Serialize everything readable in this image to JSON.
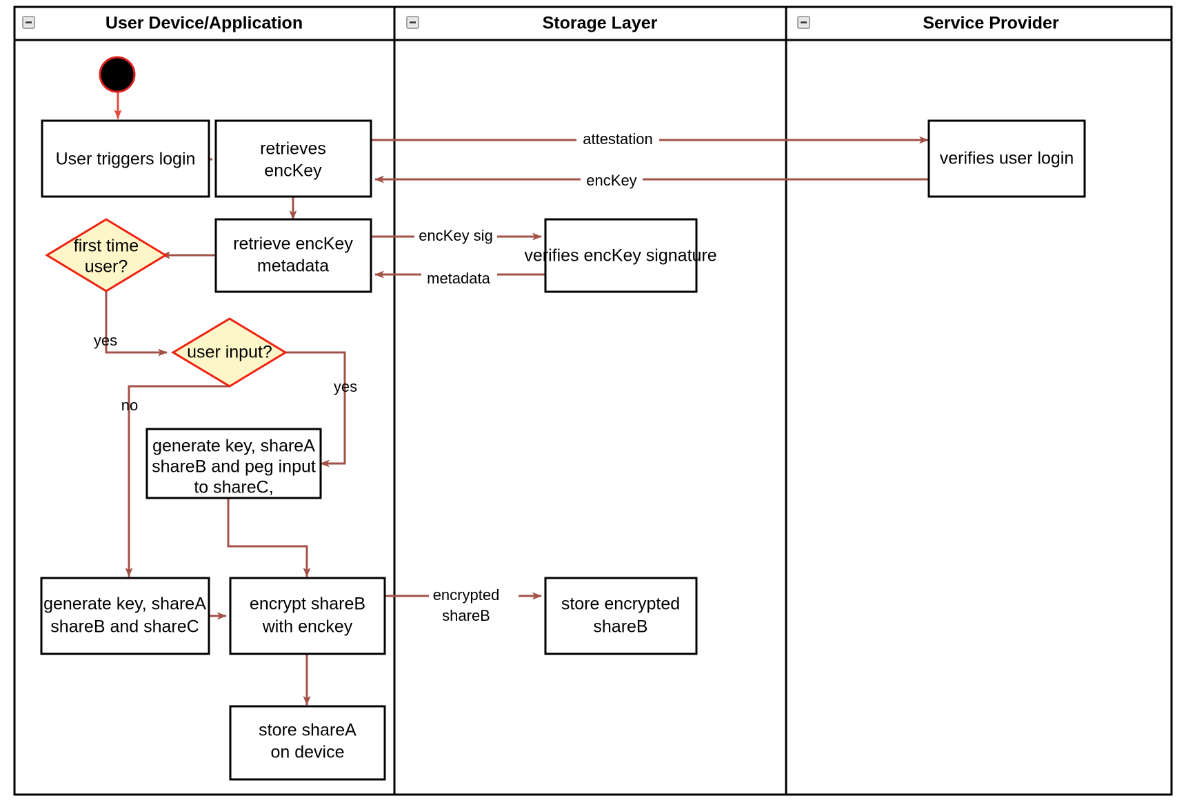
{
  "diagram": {
    "type": "uml-activity-swimlane",
    "title": "",
    "accent_colors": {
      "flow_arrow": "#a35248",
      "start_arrow": "#e24a3a",
      "decision_fill": "#fdf6c8",
      "decision_stroke": "#ee2211",
      "node_stroke": "#000000",
      "node_fill": "#ffffff",
      "lane_stroke": "#000000",
      "start_node_fill": "#000000",
      "start_node_stroke": "#dd2222"
    }
  },
  "lanes": [
    {
      "id": "user-device",
      "label": "User Device/Application",
      "collapse_icon": "collapse-minus-icon"
    },
    {
      "id": "storage-layer",
      "label": "Storage Layer",
      "collapse_icon": "collapse-minus-icon"
    },
    {
      "id": "service-provider",
      "label": "Service Provider",
      "collapse_icon": "collapse-minus-icon"
    }
  ],
  "nodes": [
    {
      "id": "start",
      "kind": "initial-node",
      "lane": "user-device",
      "label": ""
    },
    {
      "id": "user-triggers-login",
      "kind": "action",
      "lane": "user-device",
      "lines": [
        "User triggers login"
      ]
    },
    {
      "id": "retrieves-enckey",
      "kind": "action",
      "lane": "user-device",
      "lines": [
        "retrieves",
        "encKey"
      ]
    },
    {
      "id": "retrieve-enckey-metadata",
      "kind": "action",
      "lane": "user-device",
      "lines": [
        "retrieve encKey",
        "metadata"
      ]
    },
    {
      "id": "first-time-user",
      "kind": "decision",
      "lane": "user-device",
      "lines": [
        "first time",
        "user?"
      ]
    },
    {
      "id": "user-input",
      "kind": "decision",
      "lane": "user-device",
      "lines": [
        "user input?"
      ]
    },
    {
      "id": "generate-key-peg-input",
      "kind": "action",
      "lane": "user-device",
      "lines": [
        "generate key, shareA",
        "shareB and peg input",
        "to shareC,"
      ]
    },
    {
      "id": "generate-key-sharec",
      "kind": "action",
      "lane": "user-device",
      "lines": [
        "generate key, shareA",
        "shareB and shareC"
      ]
    },
    {
      "id": "encrypt-shareb",
      "kind": "action",
      "lane": "user-device",
      "lines": [
        "encrypt shareB",
        "with enckey"
      ]
    },
    {
      "id": "store-sharea-on-device",
      "kind": "action",
      "lane": "user-device",
      "lines": [
        "store shareA",
        "on device"
      ]
    },
    {
      "id": "verifies-enckey-signature",
      "kind": "action",
      "lane": "storage-layer",
      "lines": [
        "verifies encKey signature"
      ]
    },
    {
      "id": "store-encrypted-shareb",
      "kind": "action",
      "lane": "storage-layer",
      "lines": [
        "store encrypted",
        "shareB"
      ]
    },
    {
      "id": "verifies-user-login",
      "kind": "action",
      "lane": "service-provider",
      "lines": [
        "verifies user login"
      ]
    }
  ],
  "edges": [
    {
      "id": "e-start-login",
      "from": "start",
      "to": "user-triggers-login",
      "label": ""
    },
    {
      "id": "e-login-retrieves",
      "from": "user-triggers-login",
      "to": "retrieves-enckey",
      "label": ""
    },
    {
      "id": "e-attestation",
      "from": "retrieves-enckey",
      "to": "verifies-user-login",
      "label": "attestation"
    },
    {
      "id": "e-enckey-back",
      "from": "verifies-user-login",
      "to": "retrieves-enckey",
      "label": "encKey"
    },
    {
      "id": "e-retrieves-metadata",
      "from": "retrieves-enckey",
      "to": "retrieve-enckey-metadata",
      "label": ""
    },
    {
      "id": "e-enckey-sig",
      "from": "retrieve-enckey-metadata",
      "to": "verifies-enckey-signature",
      "label": "encKey sig"
    },
    {
      "id": "e-metadata-back",
      "from": "verifies-enckey-signature",
      "to": "retrieve-enckey-metadata",
      "label": "metadata"
    },
    {
      "id": "e-metadata-firsttime",
      "from": "retrieve-enckey-metadata",
      "to": "first-time-user",
      "label": ""
    },
    {
      "id": "e-firsttime-yes",
      "from": "first-time-user",
      "to": "user-input",
      "label": "yes"
    },
    {
      "id": "e-userinput-no",
      "from": "user-input",
      "to": "generate-key-sharec",
      "label": "no"
    },
    {
      "id": "e-userinput-yes",
      "from": "user-input",
      "to": "generate-key-peg-input",
      "label": "yes"
    },
    {
      "id": "e-peg-encrypt",
      "from": "generate-key-peg-input",
      "to": "encrypt-shareb",
      "label": ""
    },
    {
      "id": "e-sharec-encrypt",
      "from": "generate-key-sharec",
      "to": "encrypt-shareb",
      "label": ""
    },
    {
      "id": "e-encrypted-shareb",
      "from": "encrypt-shareb",
      "to": "store-encrypted-shareb",
      "label_lines": [
        "encrypted",
        "shareB"
      ]
    },
    {
      "id": "e-encrypt-store",
      "from": "encrypt-shareb",
      "to": "store-sharea-on-device",
      "label": ""
    }
  ],
  "labels": {
    "attestation": "attestation",
    "enckey": "encKey",
    "enckey_sig": "encKey sig",
    "metadata": "metadata",
    "yes_first_time": "yes",
    "no_user_input": "no",
    "yes_user_input": "yes",
    "encrypted_line1": "encrypted",
    "encrypted_line2": "shareB"
  }
}
